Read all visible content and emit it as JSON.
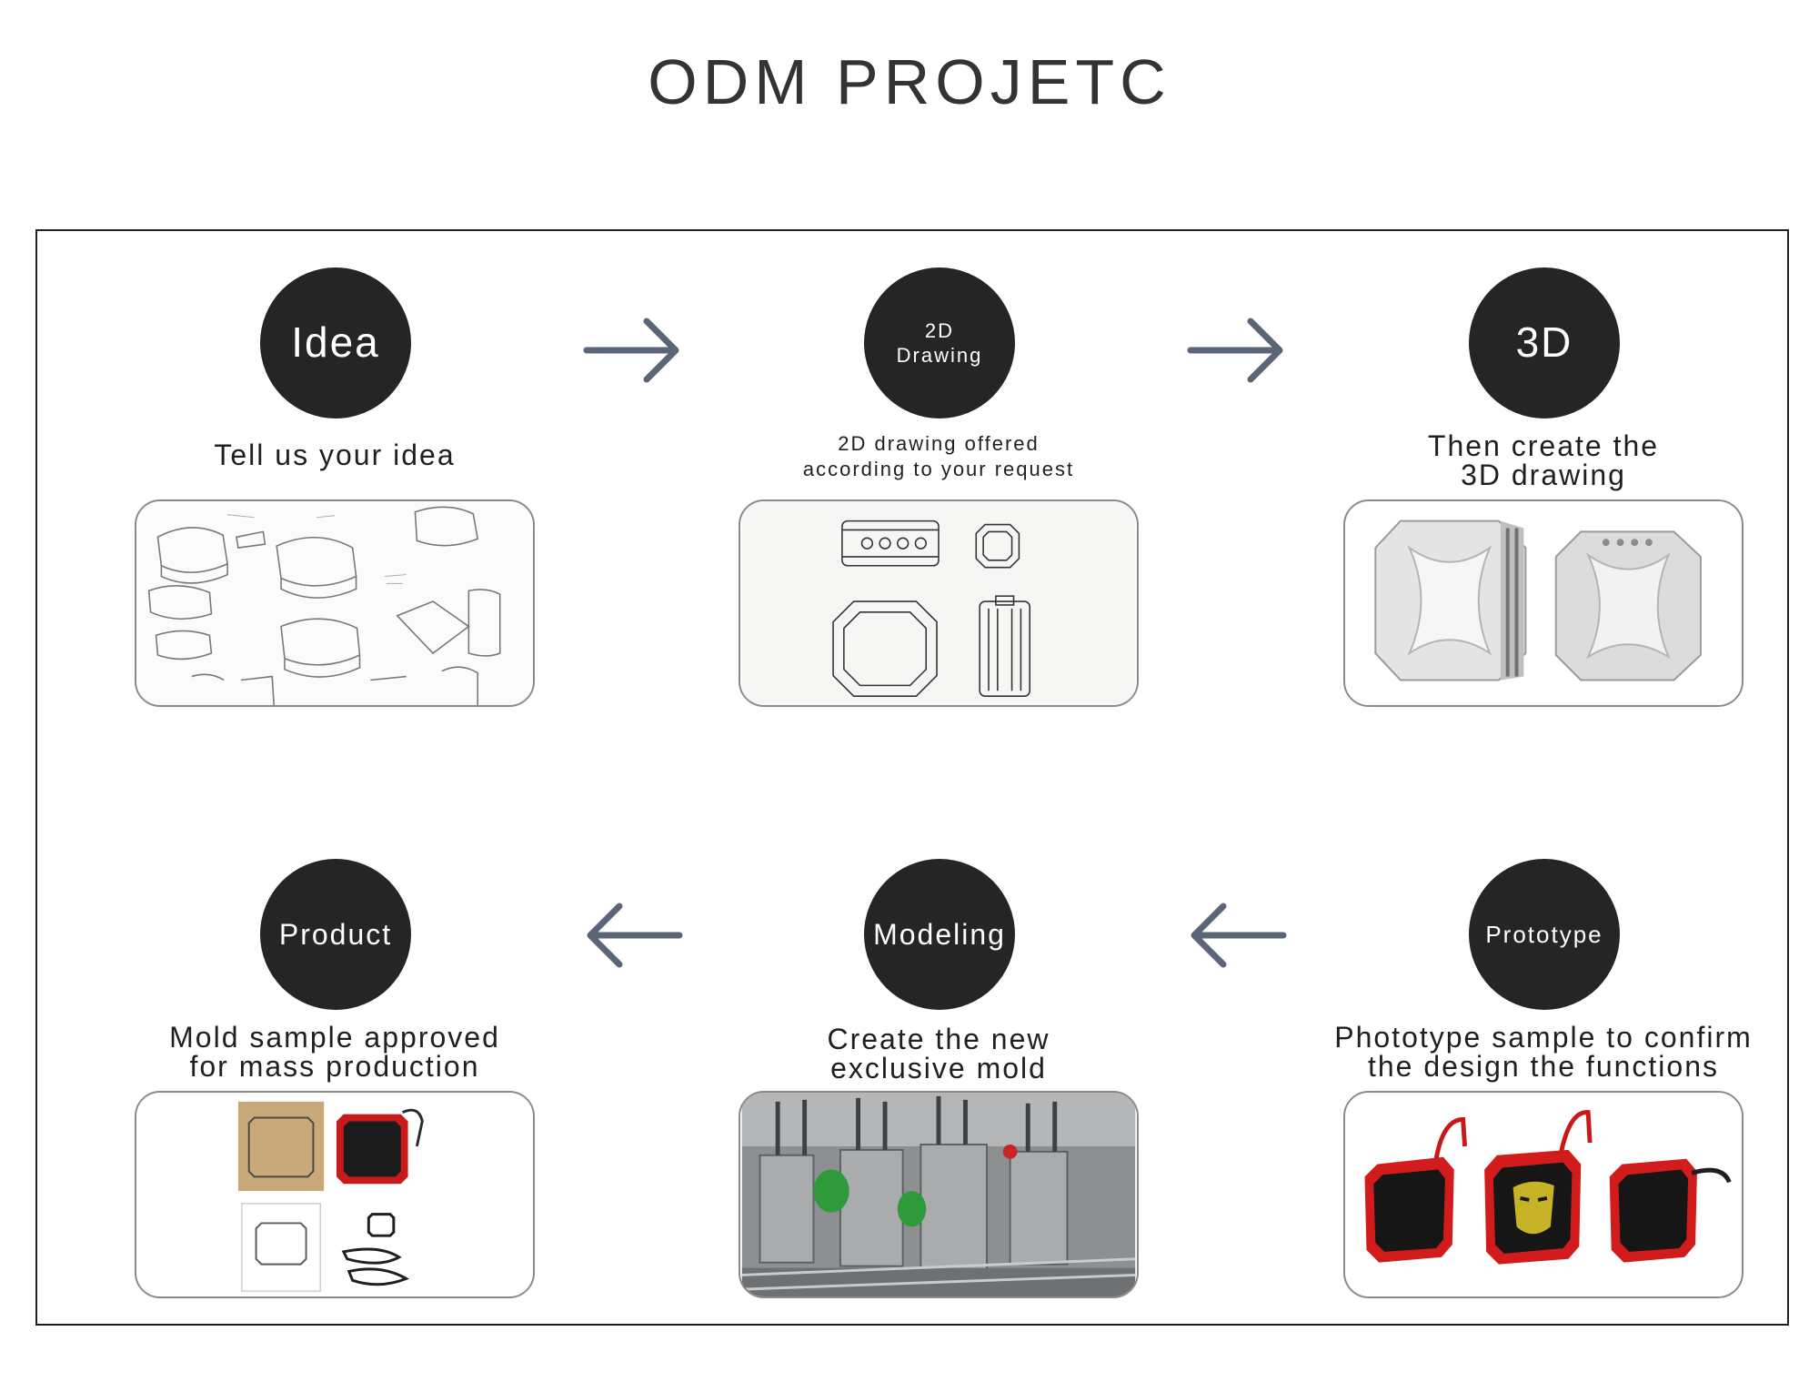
{
  "title": "ODM PROJETC",
  "accent_color": "#5a6577",
  "steps": [
    {
      "circle": "Idea",
      "caption": "Tell us your idea",
      "image": "sketch-illustration"
    },
    {
      "circle": "2D\nDrawing",
      "caption": "2D drawing offered\naccording to your request",
      "image": "line-drawing-illustration"
    },
    {
      "circle": "3D",
      "caption": "Then create the\n3D drawing",
      "image": "render-3d-illustration"
    },
    {
      "circle": "Prototype",
      "caption": "Phototype sample to confirm\nthe design the functions",
      "image": "speaker-samples-photo"
    },
    {
      "circle": "Modeling",
      "caption": "Create the new\nexclusive mold",
      "image": "mold-machine-photo"
    },
    {
      "circle": "Product",
      "caption": "Mold sample approved\nfor mass production",
      "image": "product-package-photo"
    }
  ],
  "arrows": [
    "arrow-right-icon",
    "arrow-right-icon",
    "arrow-left-icon",
    "arrow-left-icon"
  ]
}
